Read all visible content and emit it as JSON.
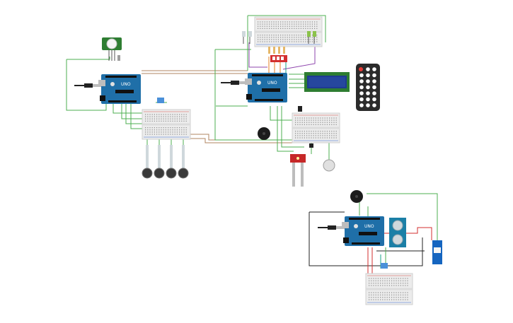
{
  "canvas": {
    "background": "#ffffff"
  },
  "colors": {
    "arduino_board": "#1f6fa8",
    "arduino_dark": "#0f4f82",
    "breadboard": "#ececec",
    "breadboard_rail_red": "#d9534f",
    "breadboard_rail_blue": "#3b6fd1",
    "wire_green": "#4caf50",
    "wire_red": "#d32f2f",
    "wire_black": "#222222",
    "wire_brown": "#b08560",
    "wire_purple": "#8e44ad",
    "wire_orange": "#e67e22",
    "wire_teal": "#16a085",
    "lcd_screen": "#1f3a93",
    "remote_body": "#2b2b2b",
    "remote_red_button": "#e53935",
    "ultrasonic_body": "#1b7fa6",
    "moisture_sensor": "#c62828",
    "dip_switch": "#d32f2f",
    "usb_cable": "#222222",
    "pir_sensor": "#2e7d32"
  },
  "boards": [
    {
      "id": "arduino-left",
      "label": "UNO"
    },
    {
      "id": "arduino-center",
      "label": "UNO"
    },
    {
      "id": "arduino-bottom",
      "label": "UNO"
    }
  ],
  "components": {
    "lcd": {
      "label": ""
    },
    "remote": {
      "buttons": 21
    },
    "force_sensors": 4
  }
}
